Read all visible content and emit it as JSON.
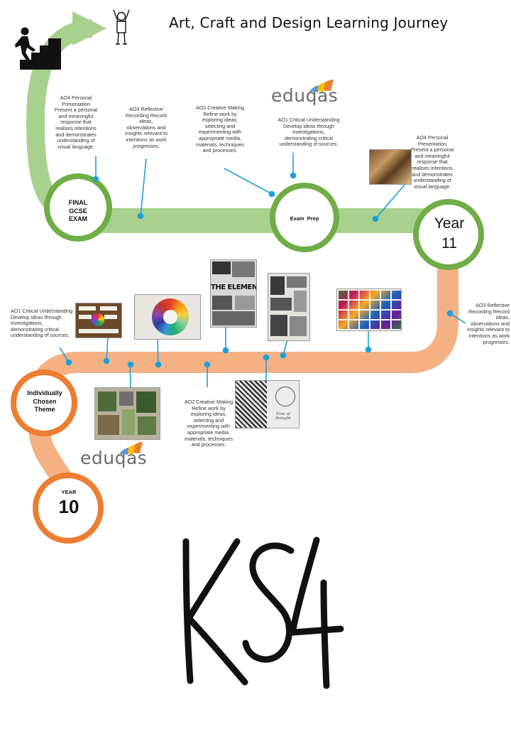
{
  "title": "Art, Craft and Design Learning Journey",
  "brand": {
    "name": "eduqas"
  },
  "nodes": {
    "final_exam": "FINAL\nGCSE\nEXAM",
    "exam_prep": "Exam  Prep",
    "year11_word": "Year",
    "year11_num": "11",
    "theme": "Individually\nChosen\nTheme",
    "year10_word": "YEAR",
    "year10_num": "10"
  },
  "notes": {
    "ao4_top": "AO4 Personal\nPresentation\nPresent a personal\nand meaningful\nresponse that\nrealises intentions\nand demonstrates\nunderstanding of\nvisual language.",
    "ao3_top": "AO3 Reflective\nRecording Record\nideas,\nobservations and\ninsights relevant to\nintentions as work\nprogresses.",
    "ao2_top": "AO2 Creative Making\nRefine work by\nexploring ideas,\nselecting and\nexperimenting with\nappropriate media,\nmaterials, techniques\nand processes.",
    "ao1_top": "AO1 Critical Understanding\nDevelop ideas through\ninvestigations,\ndemonstrating critical\nunderstanding of sources.",
    "ao4_right": "AO4 Personal\nPresentation\nPresent a personal\nand meaningful\nresponse that\nrealises intentions\nand demonstrates\nunderstanding of\nvisual language.",
    "ao3_right": "AO3 Reflective\nRecording Record\nideas,\nobservations and\ninsights relevant to\nintentions as work\nprogresses.",
    "ao1_left": "AO1 Critical Understanding\nDevelop ideas through\ninvestigations,\ndemonstrating critical\nunderstanding of sources.",
    "ao2_bottom": "AO2 Creative Making\nRefine work by\nexploring ideas,\nselecting and\nexperimenting with\nappropriate media,\nmaterials, techniques\nand processes."
  },
  "thumbnails": {
    "elements_title": "THE ELEMENTS",
    "sketch_caption": "Tree of thought"
  },
  "ks4": "KS4",
  "colors": {
    "green_path": "#a9d18e",
    "green_ring": "#70ad47",
    "orange_path": "#f4b183",
    "orange_ring": "#ed7d31",
    "connector": "#1aa0dc"
  }
}
